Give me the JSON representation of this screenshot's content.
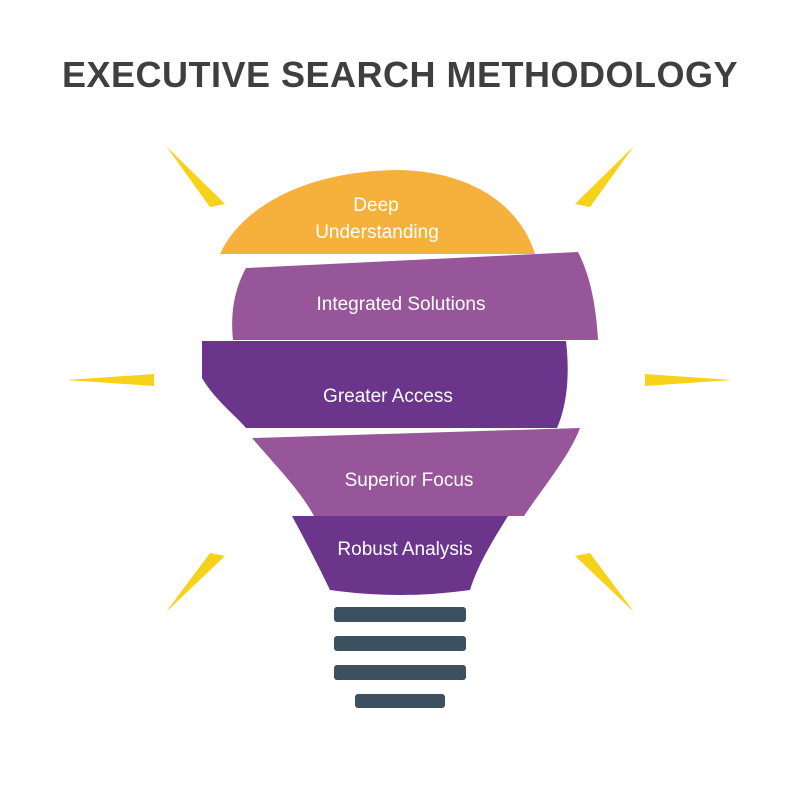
{
  "title": "EXECUTIVE SEARCH METHODOLOGY",
  "layers": [
    {
      "label_lines": [
        "Deep",
        "Understanding"
      ],
      "color": "#f5b13c"
    },
    {
      "label_lines": [
        "Integrated Solutions"
      ],
      "color": "#98569a"
    },
    {
      "label_lines": [
        "Greater Access"
      ],
      "color": "#6c358c"
    },
    {
      "label_lines": [
        "Superior Focus"
      ],
      "color": "#98569a"
    },
    {
      "label_lines": [
        "Robust Analysis"
      ],
      "color": "#6c358c"
    }
  ],
  "colors": {
    "title": "#3f3f3f",
    "rays": "#f6d21a",
    "base": "#3d5060",
    "label_text": "#ffffff"
  },
  "icons": [
    "light-bulb-icon",
    "light-ray-icon"
  ]
}
